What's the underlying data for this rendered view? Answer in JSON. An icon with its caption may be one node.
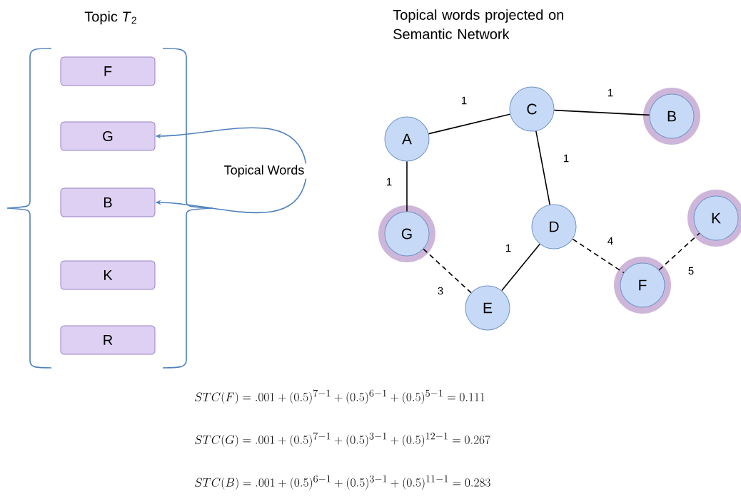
{
  "diagram": {
    "nodes": [
      {
        "text": [
          "Topical Words"
        ]
      },
      {
        "text": [
          "F"
        ]
      },
      {
        "text": [
          "G"
        ]
      },
      {
        "text": [
          "B"
        ]
      },
      {
        "text": [
          "K"
        ]
      },
      {
        "text": [
          "R"
        ]
      },
      {
        "text": [
          "A"
        ]
      },
      {
        "text": [
          "C"
        ]
      },
      {
        "text": [
          "B"
        ]
      },
      {
        "text": [
          "G"
        ]
      },
      {
        "text": [
          "D"
        ]
      },
      {
        "text": [
          "K"
        ]
      },
      {
        "text": [
          "F"
        ]
      },
      {
        "text": [
          "E"
        ]
      }
    ],
    "edges": [
      {
        "from": 0,
        "to": 2,
        "arrow": "to",
        "color": "#4f81bd"
      },
      {
        "from": 0,
        "to": 3,
        "arrow": "to",
        "color": "#4f81bd"
      },
      {
        "from": 6,
        "to": 7,
        "arrow": "none",
        "label": "1"
      },
      {
        "from": 7,
        "to": 8,
        "arrow": "none",
        "label": "1"
      },
      {
        "from": 6,
        "to": 9,
        "arrow": "none",
        "label": "1"
      },
      {
        "from": 7,
        "to": 10,
        "arrow": "none",
        "label": "1"
      },
      {
        "from": 10,
        "to": 13,
        "arrow": "none",
        "label": "1"
      },
      {
        "from": 10,
        "to": 12,
        "arrow": "none",
        "label": "4",
        "style": "dashed"
      },
      {
        "from": 9,
        "to": 13,
        "arrow": "none",
        "label": "3",
        "style": "dashed"
      },
      {
        "from": 12,
        "to": 11,
        "arrow": "none",
        "label": "5",
        "style": "dashed"
      }
    ],
    "labels": [
      "Topic *T*$_{2}$",
      "Topical words projected on Semantic Network",
      "STC(F) = .001 + (0.5)^{7-1} + (0.5)^{6-1} + (0.5)^{5-1} = 0.111",
      "STC(G) = .001 + (0.5)^{7-1} + (0.5)^{3-1} + (0.5)^{12-1} = 0.267",
      "STC(B) = .001 + (0.5)^{6-1} + (0.5)^{3-1} + (0.5)^{11-1} = 0.283"
    ]
  }
}
